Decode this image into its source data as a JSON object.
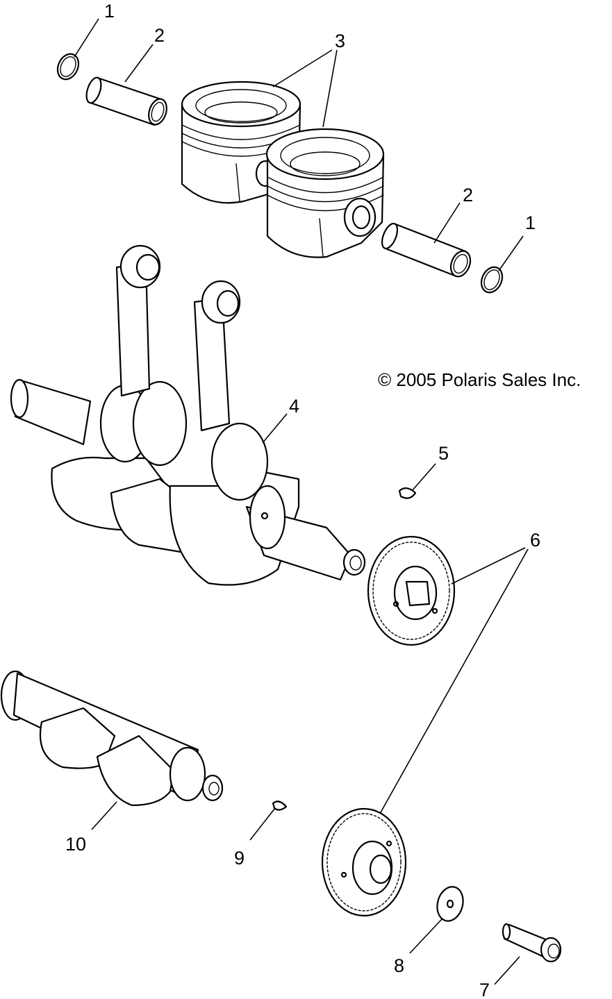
{
  "copyright": "© 2005 Polaris Sales Inc.",
  "callouts": [
    {
      "id": "c1a",
      "label": "1"
    },
    {
      "id": "c2a",
      "label": "2"
    },
    {
      "id": "c3",
      "label": "3"
    },
    {
      "id": "c2b",
      "label": "2"
    },
    {
      "id": "c1b",
      "label": "1"
    },
    {
      "id": "c4",
      "label": "4"
    },
    {
      "id": "c5",
      "label": "5"
    },
    {
      "id": "c6",
      "label": "6"
    },
    {
      "id": "c10",
      "label": "10"
    },
    {
      "id": "c9",
      "label": "9"
    },
    {
      "id": "c8",
      "label": "8"
    },
    {
      "id": "c7",
      "label": "7"
    }
  ]
}
